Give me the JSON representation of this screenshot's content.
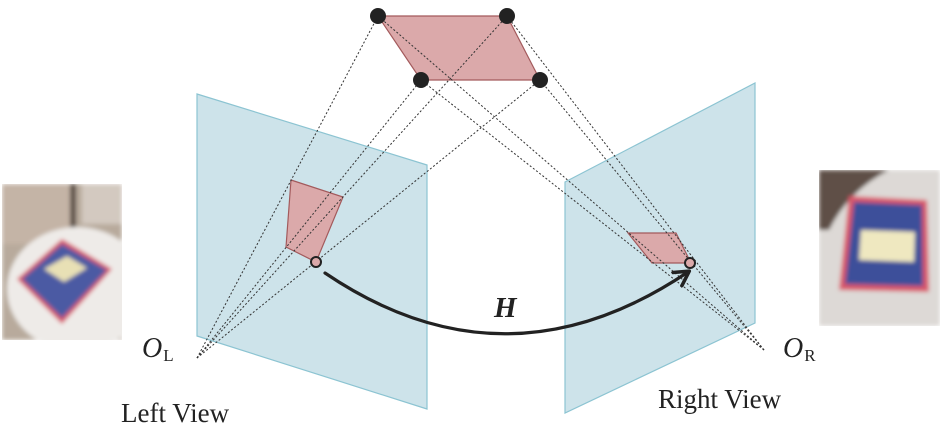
{
  "diagram": {
    "title": "Homography between left and right views",
    "labels": {
      "left_view": "Left View",
      "right_view": "Right View",
      "origin_left_main": "O",
      "origin_left_sub": "L",
      "origin_right_main": "O",
      "origin_right_sub": "R",
      "homography": "H"
    },
    "colors": {
      "image_plane_fill": "#cde3ea",
      "image_plane_stroke": "#8cc4d2",
      "quad_fill": "#dba9aa",
      "quad_stroke": "#a35a5c",
      "corner_points": "#222222",
      "projection_lines": "#333333",
      "arrow": "#222222",
      "text": "#222222"
    },
    "elements": {
      "world_plane": "parallelogram with 4 corner points in 3D space",
      "left_image_plane": "left camera image plane",
      "right_image_plane": "right camera image plane",
      "left_projection": "projected quadrilateral on left plane",
      "right_projection": "projected quadrilateral on right plane",
      "mapping_arrow": "curved arrow labelled H from left point to right point"
    },
    "photos": {
      "left": "photo of a book on a round table (left view)",
      "right": "photo of a book on a round table (right view)"
    }
  }
}
